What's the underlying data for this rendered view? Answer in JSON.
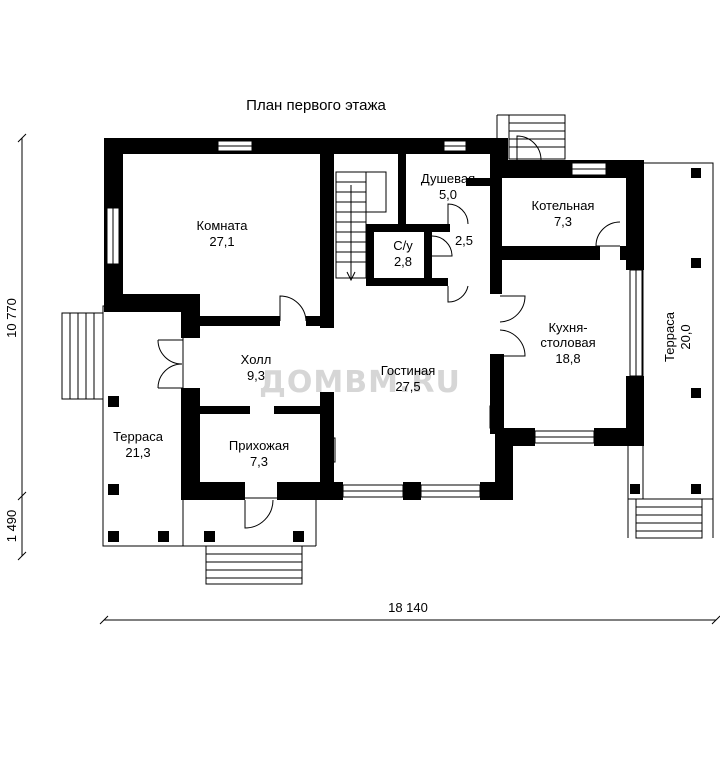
{
  "title": "План первого этажа",
  "watermark": "ДОМВМ.RU",
  "dimensions": {
    "width": "18 140",
    "height_main": "10 770",
    "height_extra": "1 490"
  },
  "rooms": [
    {
      "id": "komnata",
      "name": "Комната",
      "area": "27,1"
    },
    {
      "id": "dushevaya",
      "name": "Душевая",
      "area": "5,0"
    },
    {
      "id": "kotelnaya",
      "name": "Котельная",
      "area": "7,3"
    },
    {
      "id": "su",
      "name": "С/у",
      "area": "2,8"
    },
    {
      "id": "small",
      "name": "",
      "area": "2,5"
    },
    {
      "id": "kuhnya",
      "name": "Кухня-",
      "name2": "столовая",
      "area": "18,8"
    },
    {
      "id": "holl",
      "name": "Холл",
      "area": "9,3"
    },
    {
      "id": "gostinaya",
      "name": "Гостиная",
      "area": "27,5"
    },
    {
      "id": "terrasa_left",
      "name": "Терраса",
      "area": "21,3"
    },
    {
      "id": "prihozhaya",
      "name": "Прихожая",
      "area": "7,3"
    },
    {
      "id": "terrasa_right",
      "name": "Терраса",
      "area": "20,0"
    }
  ]
}
